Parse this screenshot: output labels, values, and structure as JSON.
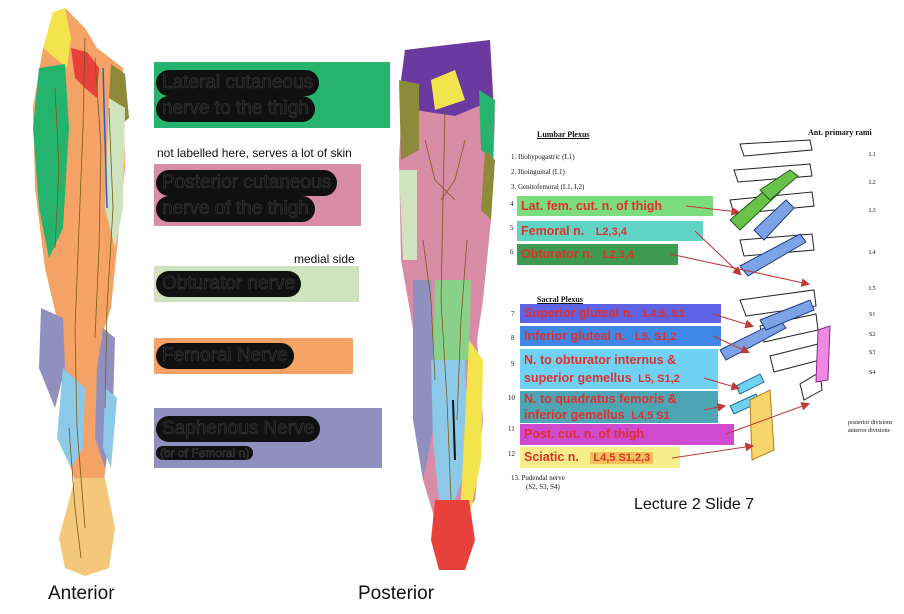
{
  "colors": {
    "lateral_cutaneous": "#26b36e",
    "posterior_cutaneous": "#d98ca6",
    "obturator": "#cfe3bf",
    "femoral": "#f4a266",
    "saphenous": "#8f90be",
    "sural_yellow": "#f3e44e",
    "common_red": "#e8413b",
    "light_blue": "#8cc8e8",
    "olive": "#8d8a3c",
    "purple": "#6a3aa0",
    "lat_fem_hl": "#7bdc7b",
    "femoral_hl": "#5fd4c4",
    "obturator_hl": "#3f9a52",
    "sup_gluteal_hl": "#5e63e6",
    "inf_gluteal_hl": "#3f86e6",
    "obturator_int_hl": "#6fd2f3",
    "quadratus_hl": "#4ea6b4",
    "post_cut_hl": "#d04ad0",
    "sciatic_hl": "#f6ee8a"
  },
  "legend": [
    {
      "line1": "Lateral cutaneous",
      "line2": "nerve to the thigh",
      "color_key": "lateral_cutaneous"
    },
    {
      "line1": "Posterior cutaneous",
      "line2": "nerve of the thigh",
      "color_key": "posterior_cutaneous"
    },
    {
      "line1": "Obturator nerve",
      "color_key": "obturator"
    },
    {
      "line1": "Femoral Nerve",
      "color_key": "femoral"
    },
    {
      "line1": "Saphenous  Nerve",
      "line2": "(br of Femoral n)",
      "color_key": "saphenous"
    }
  ],
  "notes": {
    "posterior_note": "not labelled here, serves a lot of skin",
    "medial_side": "medial side"
  },
  "captions": {
    "anterior": "Anterior",
    "posterior": "Posterior",
    "slide_ref": "Lecture 2 Slide 7"
  },
  "plexus": {
    "lumbar_title": "Lumbar  Plexus",
    "rami_title": "Ant. primary rami",
    "lumbar_items": [
      "1.  Iliohypogastric (L1)",
      "2.  Ilioinguinal (L1)",
      "3.  Genitofemoral (L1, L2)"
    ],
    "sacral_title": "Sacral  Plexus",
    "pudendal_line1": "13. Pudendal nerve",
    "pudendal_line2": "(S2, S3, S4)",
    "levels": [
      "L1",
      "L2",
      "L3",
      "L4",
      "L5",
      "S1",
      "S2",
      "S3",
      "S4"
    ],
    "division_legend": [
      "posterior divisions",
      "anterior divisions"
    ],
    "highlights": [
      {
        "name": "Lat. fem. cut. n. of thigh",
        "roots": "",
        "color_key": "lat_fem_hl"
      },
      {
        "name": "Femoral n.",
        "roots": "L2,3,4",
        "color_key": "femoral_hl"
      },
      {
        "name": "Obturator n.",
        "roots": "L2,3,4",
        "color_key": "obturator_hl"
      },
      {
        "name": "Superior gluteal n.",
        "roots": "L4,5, S1",
        "color_key": "sup_gluteal_hl"
      },
      {
        "name": "Inferior gluteal n.",
        "roots": "L5, S1,2",
        "color_key": "inf_gluteal_hl"
      },
      {
        "name": "N. to obturator internus &",
        "roots": "",
        "color_key": "obturator_int_hl"
      },
      {
        "name": "superior gemellus",
        "roots": "L5, S1,2",
        "color_key": "obturator_int_hl"
      },
      {
        "name": "N. to quadratus femoris &",
        "roots": "",
        "color_key": "quadratus_hl"
      },
      {
        "name": "inferior gemellus",
        "roots": "L4,5 S1",
        "color_key": "quadratus_hl"
      },
      {
        "name": "Post. cut. n. of thigh",
        "roots": "",
        "color_key": "post_cut_hl"
      },
      {
        "name": "Sciatic n.",
        "roots": "L4,5 S1,2,3",
        "color_key": "sciatic_hl"
      }
    ],
    "item_numbers": [
      "4",
      "5",
      "6",
      "7",
      "8",
      "9",
      "10",
      "11",
      "12"
    ]
  }
}
